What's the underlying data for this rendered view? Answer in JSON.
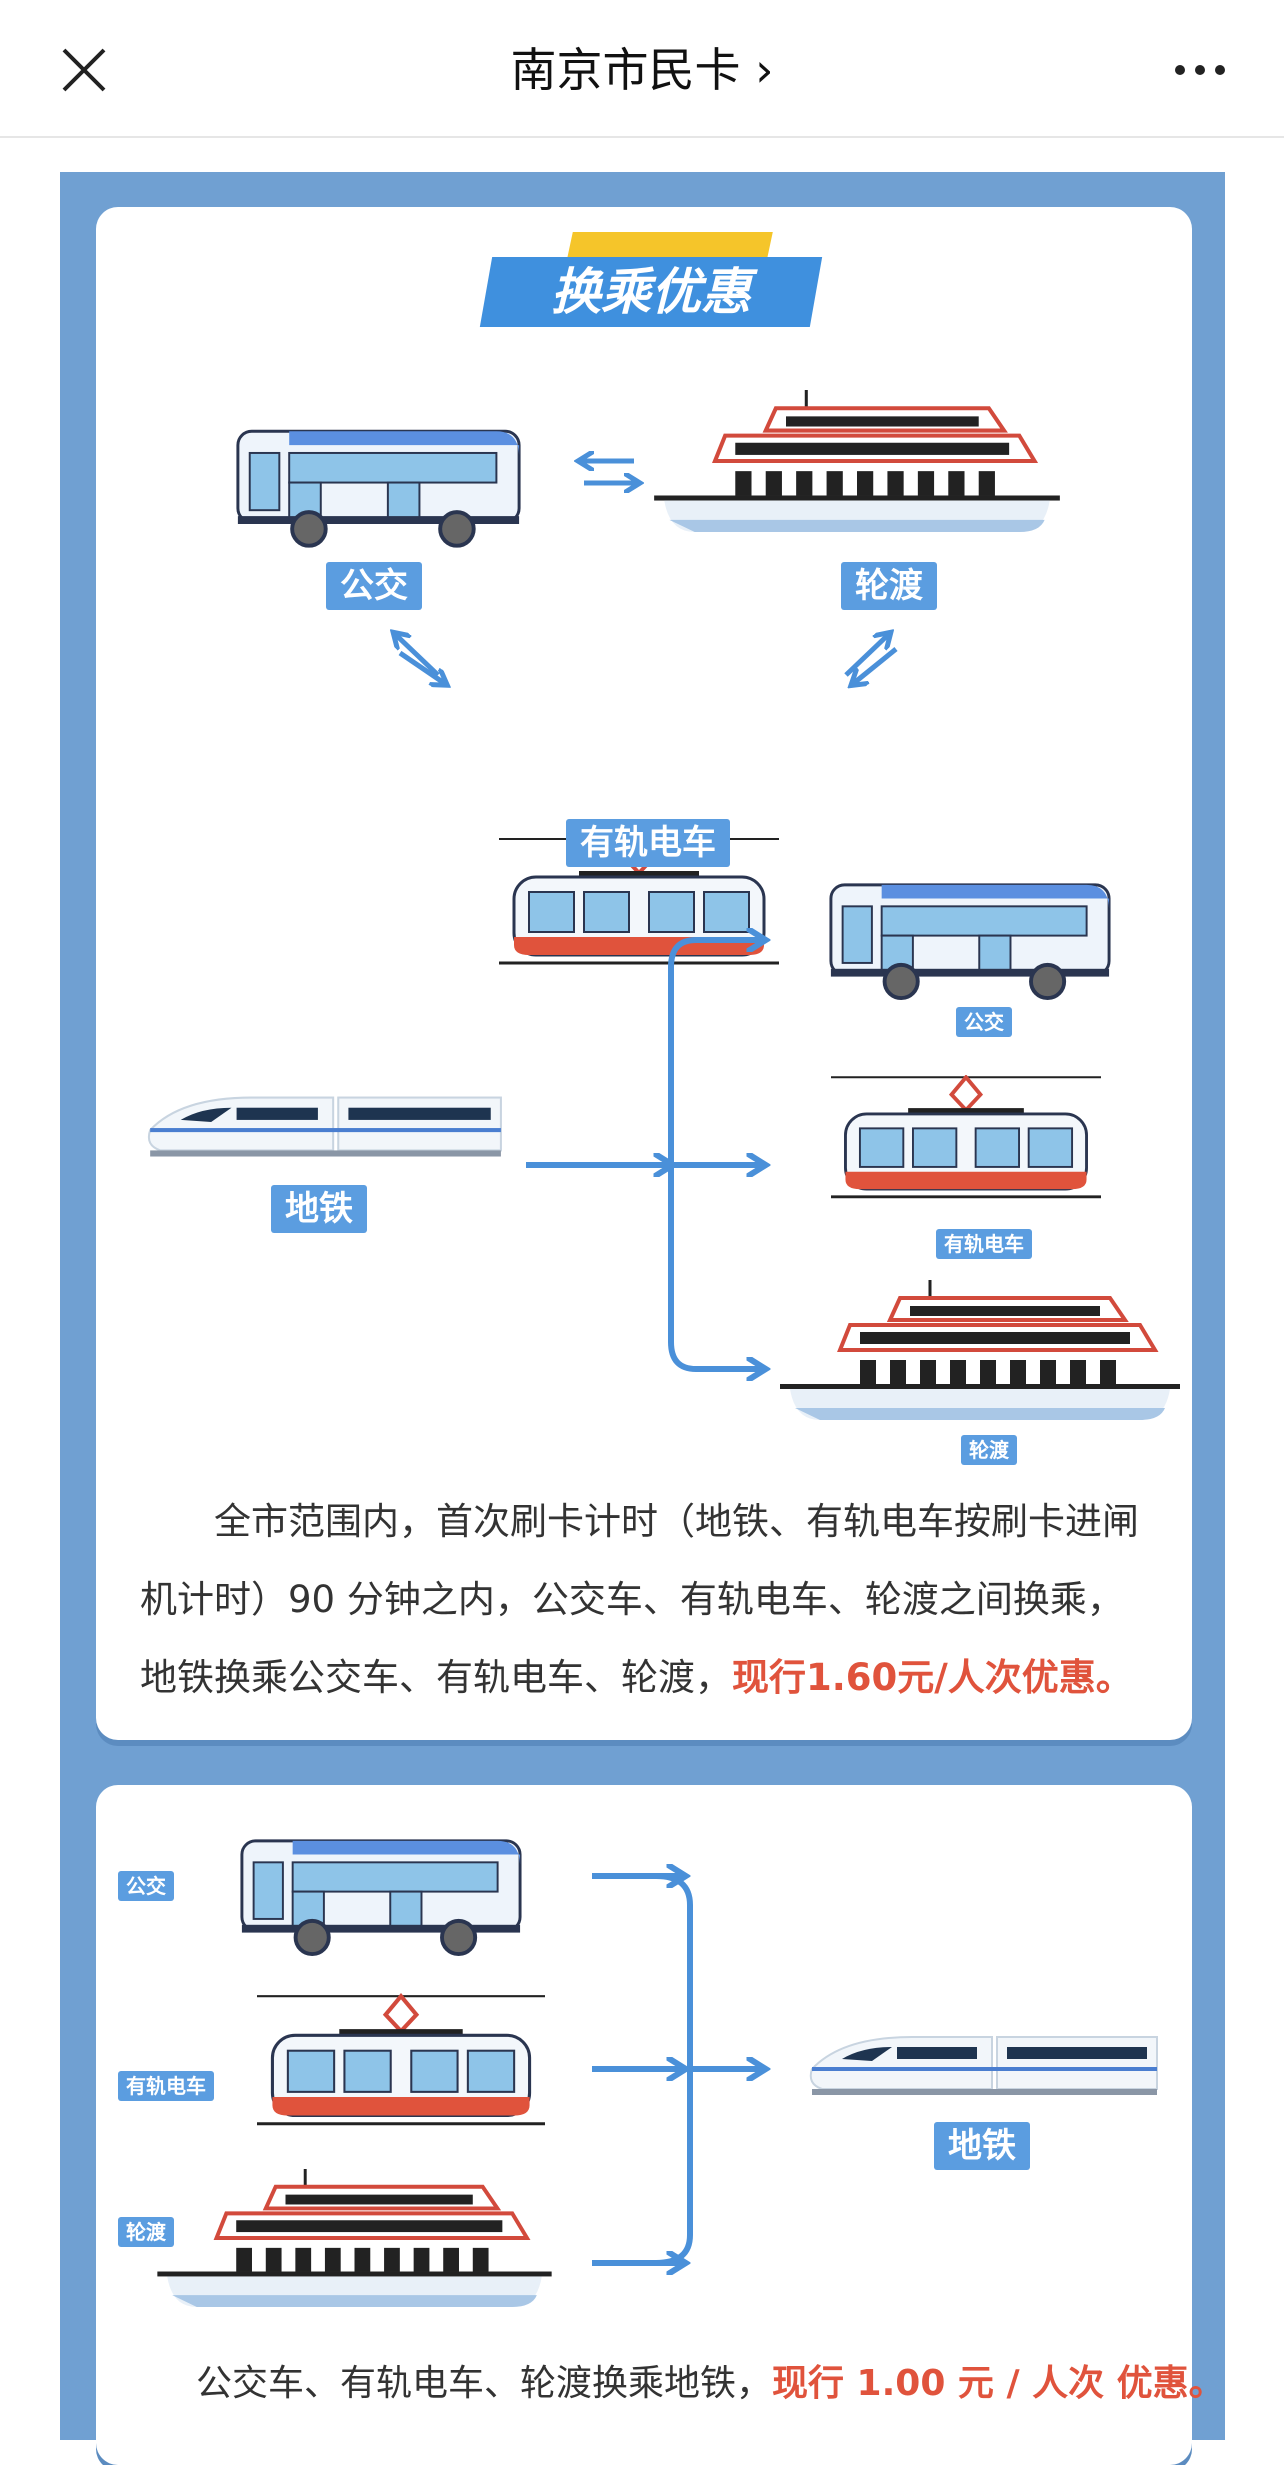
{
  "header": {
    "title": "南京市民卡",
    "title_chevron": "›",
    "close_icon": "close-icon",
    "more_icon": "more-icon"
  },
  "colors": {
    "panel_bg": "#70a0d2",
    "label_bg": "#5b9de0",
    "arrow": "#4a90d9",
    "highlight": "#e0533c",
    "banner_yellow": "#f5c52a"
  },
  "card1": {
    "banner": "换乘优惠",
    "labels": {
      "bus": "公交",
      "ferry": "轮渡",
      "tram": "有轨电车",
      "metro": "地铁",
      "bus2": "公交",
      "tram2": "有轨电车",
      "ferry2": "轮渡"
    },
    "description": "全市范围内，首次刷卡计时（地铁、有轨电车按刷卡进闸机计时）90 分钟之内，公交车、有轨电车、轮渡之间换乘，地铁换乘公交车、有轨电车、轮渡，",
    "highlight": "现行1.60元/人次优惠。"
  },
  "card2": {
    "labels": {
      "bus": "公交",
      "tram": "有轨电车",
      "ferry": "轮渡",
      "metro": "地铁"
    },
    "description": "公交车、有轨电车、轮渡换乘地铁，",
    "highlight": "现行 1.00 元 / 人次 优惠。"
  }
}
